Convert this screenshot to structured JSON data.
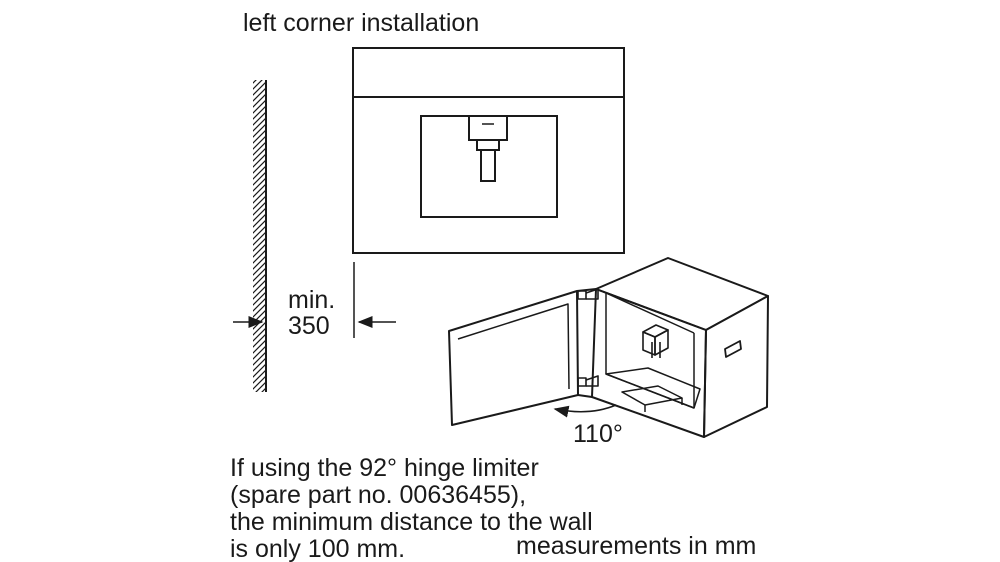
{
  "title": "left corner installation",
  "min_distance": {
    "label": "min.",
    "value": "350"
  },
  "door_angle": "110°",
  "note_lines": [
    "If using the 92° hinge limiter",
    "(spare part no. 00636455),",
    "the minimum distance to the wall",
    "is only 100 mm."
  ],
  "units_note": "measurements in mm",
  "colors": {
    "line": "#1a1a1a",
    "background": "#ffffff"
  }
}
